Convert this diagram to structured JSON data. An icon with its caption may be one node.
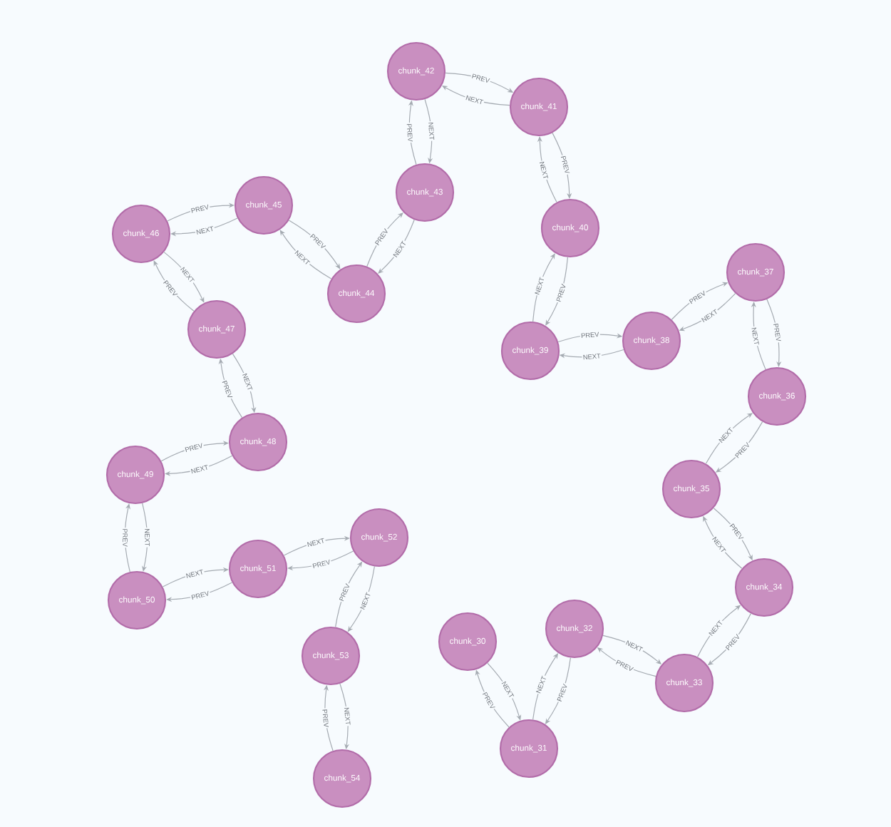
{
  "diagram": {
    "nodes": [
      {
        "text": [
          "chunk_30"
        ]
      },
      {
        "text": [
          "chunk_31"
        ]
      },
      {
        "text": [
          "chunk_32"
        ]
      },
      {
        "text": [
          "chunk_33"
        ]
      },
      {
        "text": [
          "chunk_34"
        ]
      },
      {
        "text": [
          "chunk_35"
        ]
      },
      {
        "text": [
          "chunk_36"
        ]
      },
      {
        "text": [
          "chunk_37"
        ]
      },
      {
        "text": [
          "chunk_38"
        ]
      },
      {
        "text": [
          "chunk_39"
        ]
      },
      {
        "text": [
          "chunk_40"
        ]
      },
      {
        "text": [
          "chunk_41"
        ]
      },
      {
        "text": [
          "chunk_42"
        ]
      },
      {
        "text": [
          "chunk_43"
        ]
      },
      {
        "text": [
          "chunk_44"
        ]
      },
      {
        "text": [
          "chunk_45"
        ]
      },
      {
        "text": [
          "chunk_46"
        ]
      },
      {
        "text": [
          "chunk_47"
        ]
      },
      {
        "text": [
          "chunk_48"
        ]
      },
      {
        "text": [
          "chunk_49"
        ]
      },
      {
        "text": [
          "chunk_50"
        ]
      },
      {
        "text": [
          "chunk_51"
        ]
      },
      {
        "text": [
          "chunk_52"
        ]
      },
      {
        "text": [
          "chunk_53"
        ]
      },
      {
        "text": [
          "chunk_54"
        ]
      }
    ],
    "edges": [
      {
        "from": 0,
        "to": 1,
        "arrow": "to",
        "label": "NEXT"
      },
      {
        "from": 1,
        "to": 0,
        "arrow": "to",
        "label": "PREV"
      },
      {
        "from": 1,
        "to": 2,
        "arrow": "to",
        "label": "NEXT"
      },
      {
        "from": 2,
        "to": 1,
        "arrow": "to",
        "label": "PREV"
      },
      {
        "from": 2,
        "to": 3,
        "arrow": "to",
        "label": "NEXT"
      },
      {
        "from": 3,
        "to": 2,
        "arrow": "to",
        "label": "PREV"
      },
      {
        "from": 3,
        "to": 4,
        "arrow": "to",
        "label": "NEXT"
      },
      {
        "from": 4,
        "to": 3,
        "arrow": "to",
        "label": "PREV"
      },
      {
        "from": 4,
        "to": 5,
        "arrow": "to",
        "label": "NEXT"
      },
      {
        "from": 5,
        "to": 4,
        "arrow": "to",
        "label": "PREV"
      },
      {
        "from": 5,
        "to": 6,
        "arrow": "to",
        "label": "NEXT"
      },
      {
        "from": 6,
        "to": 5,
        "arrow": "to",
        "label": "PREV"
      },
      {
        "from": 6,
        "to": 7,
        "arrow": "to",
        "label": "NEXT"
      },
      {
        "from": 7,
        "to": 6,
        "arrow": "to",
        "label": "PREV"
      },
      {
        "from": 7,
        "to": 8,
        "arrow": "to",
        "label": "NEXT"
      },
      {
        "from": 8,
        "to": 7,
        "arrow": "to",
        "label": "PREV"
      },
      {
        "from": 8,
        "to": 9,
        "arrow": "to",
        "label": "NEXT"
      },
      {
        "from": 9,
        "to": 8,
        "arrow": "to",
        "label": "PREV"
      },
      {
        "from": 9,
        "to": 10,
        "arrow": "to",
        "label": "NEXT"
      },
      {
        "from": 10,
        "to": 9,
        "arrow": "to",
        "label": "PREV"
      },
      {
        "from": 10,
        "to": 11,
        "arrow": "to",
        "label": "NEXT"
      },
      {
        "from": 11,
        "to": 10,
        "arrow": "to",
        "label": "PREV"
      },
      {
        "from": 11,
        "to": 12,
        "arrow": "to",
        "label": "NEXT"
      },
      {
        "from": 12,
        "to": 11,
        "arrow": "to",
        "label": "PREV"
      },
      {
        "from": 12,
        "to": 13,
        "arrow": "to",
        "label": "NEXT"
      },
      {
        "from": 13,
        "to": 12,
        "arrow": "to",
        "label": "PREV"
      },
      {
        "from": 13,
        "to": 14,
        "arrow": "to",
        "label": "NEXT"
      },
      {
        "from": 14,
        "to": 13,
        "arrow": "to",
        "label": "PREV"
      },
      {
        "from": 14,
        "to": 15,
        "arrow": "to",
        "label": "NEXT"
      },
      {
        "from": 15,
        "to": 14,
        "arrow": "to",
        "label": "PREV"
      },
      {
        "from": 15,
        "to": 16,
        "arrow": "to",
        "label": "NEXT"
      },
      {
        "from": 16,
        "to": 15,
        "arrow": "to",
        "label": "PREV"
      },
      {
        "from": 16,
        "to": 17,
        "arrow": "to",
        "label": "NEXT"
      },
      {
        "from": 17,
        "to": 16,
        "arrow": "to",
        "label": "PREV"
      },
      {
        "from": 17,
        "to": 18,
        "arrow": "to",
        "label": "NEXT"
      },
      {
        "from": 18,
        "to": 17,
        "arrow": "to",
        "label": "PREV"
      },
      {
        "from": 18,
        "to": 19,
        "arrow": "to",
        "label": "NEXT"
      },
      {
        "from": 19,
        "to": 18,
        "arrow": "to",
        "label": "PREV"
      },
      {
        "from": 19,
        "to": 20,
        "arrow": "to",
        "label": "NEXT"
      },
      {
        "from": 20,
        "to": 19,
        "arrow": "to",
        "label": "PREV"
      },
      {
        "from": 20,
        "to": 21,
        "arrow": "to",
        "label": "NEXT"
      },
      {
        "from": 21,
        "to": 20,
        "arrow": "to",
        "label": "PREV"
      },
      {
        "from": 21,
        "to": 22,
        "arrow": "to",
        "label": "NEXT"
      },
      {
        "from": 22,
        "to": 21,
        "arrow": "to",
        "label": "PREV"
      },
      {
        "from": 22,
        "to": 23,
        "arrow": "to",
        "label": "NEXT"
      },
      {
        "from": 23,
        "to": 22,
        "arrow": "to",
        "label": "PREV"
      },
      {
        "from": 23,
        "to": 24,
        "arrow": "to",
        "label": "NEXT"
      },
      {
        "from": 24,
        "to": 23,
        "arrow": "to",
        "label": "PREV"
      }
    ]
  }
}
